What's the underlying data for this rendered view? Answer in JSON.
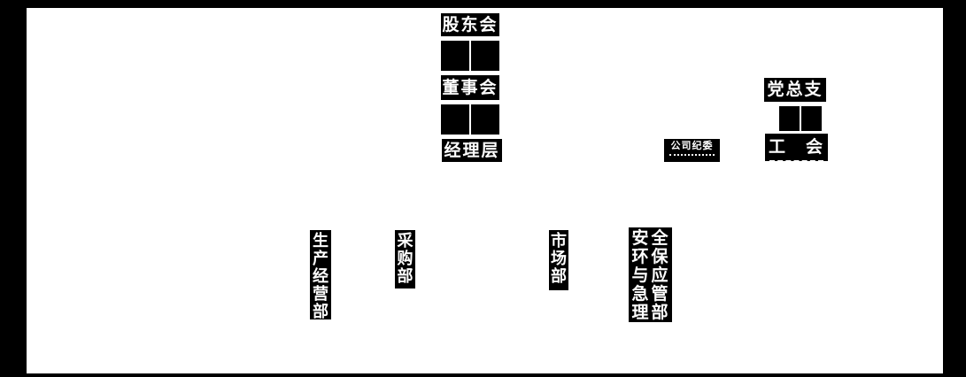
{
  "page": {
    "background_color": "#ffffff",
    "frame_color": "#000000",
    "node_bg_color": "#000000",
    "node_text_color": "#ffffff"
  },
  "org": {
    "governance": [
      {
        "label": "股东会"
      },
      {
        "label": "董事会"
      },
      {
        "label": "经理层"
      }
    ],
    "party": [
      {
        "label": "党总支"
      },
      {
        "label": "工会"
      }
    ],
    "discipline": {
      "label": "公司纪委"
    },
    "departments": [
      {
        "label": "生产经营部"
      },
      {
        "label": "采购部"
      },
      {
        "label": "市场部"
      },
      {
        "label": "安全环保与应急管理部"
      }
    ]
  }
}
